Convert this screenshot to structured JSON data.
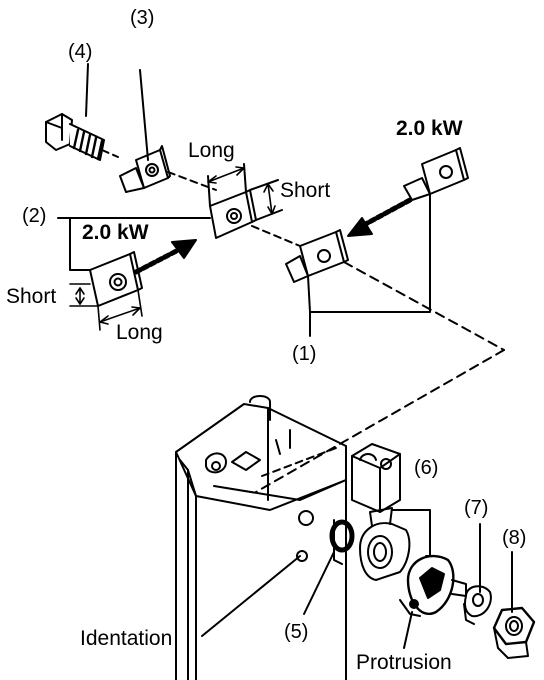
{
  "diagram": {
    "part_numbers": {
      "p1": "(1)",
      "p2": "(2)",
      "p3": "(3)",
      "p4": "(4)",
      "p5": "(5)",
      "p6": "(6)",
      "p7": "(7)",
      "p8": "(8)"
    },
    "labels": {
      "long_top": "Long",
      "short_top": "Short",
      "long_bottom": "Long",
      "short_left": "Short",
      "kw_left": "2.0 kW",
      "kw_right": "2.0 kW",
      "identation": "Identation",
      "protrusion": "Protrusion"
    }
  }
}
